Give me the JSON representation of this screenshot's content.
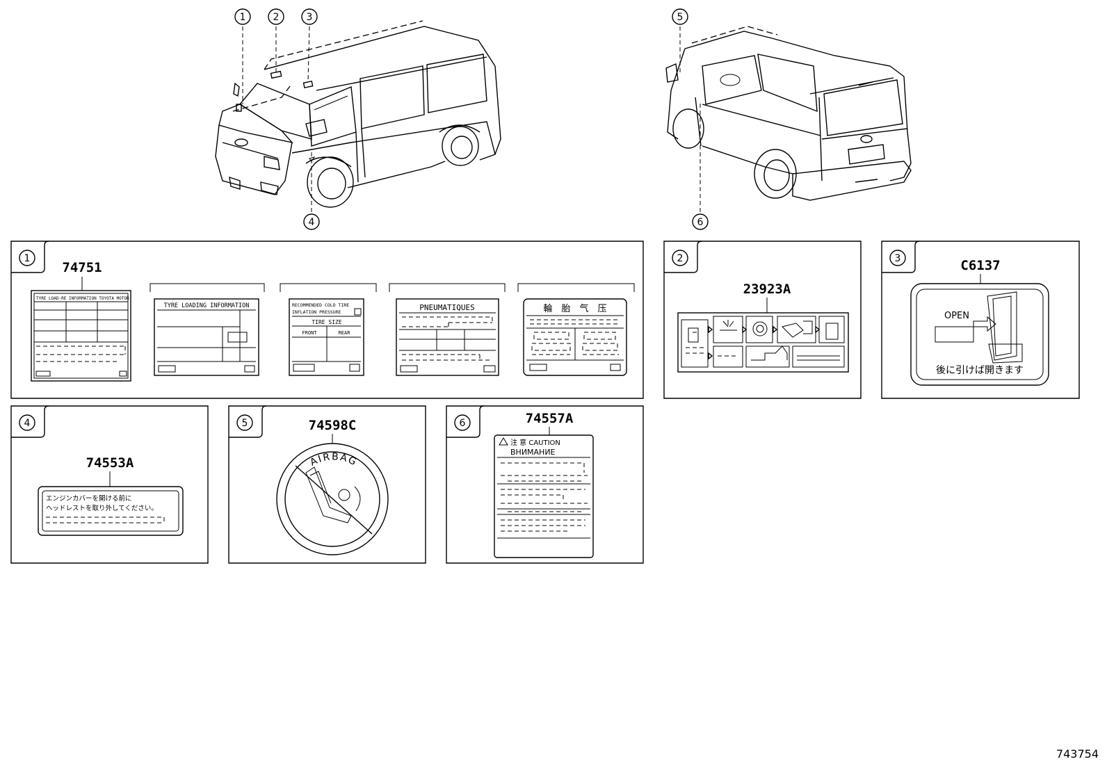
{
  "callouts": [
    "1",
    "2",
    "3",
    "4",
    "5",
    "6"
  ],
  "panels": [
    {
      "num": "1",
      "part": "74751"
    },
    {
      "num": "2",
      "part": "23923A"
    },
    {
      "num": "3",
      "part": "C6137"
    },
    {
      "num": "4",
      "part": "74553A"
    },
    {
      "num": "5",
      "part": "74598C"
    },
    {
      "num": "6",
      "part": "74557A"
    }
  ],
  "label1": {
    "a_header": "TYRE LOAD-RE INFORMATION TOYOTA MOTOR",
    "b_header": "TYRE LOADING INFORMATION",
    "c_line1": "RECOMMENDED COLD TIRE",
    "c_line2": "INFLATION PRESSURE",
    "c_tire_size": "TIRE SIZE",
    "c_front": "FRONT",
    "c_rear": "REAR",
    "d_header": "PNEUMATIQUES",
    "e_header": "輪　胎　气　压"
  },
  "label3": {
    "open": "OPEN",
    "jp": "後に引けば開きます"
  },
  "label4": {
    "line1": "エンジンカバーを開ける前に",
    "line2": "ヘッドレストを取り外してください。"
  },
  "label5": {
    "ring": "AIRBAG"
  },
  "label6": {
    "caution": "注 意 CAUTION",
    "ru": "ВНИМАНИЕ"
  },
  "diagram_id": "743754"
}
